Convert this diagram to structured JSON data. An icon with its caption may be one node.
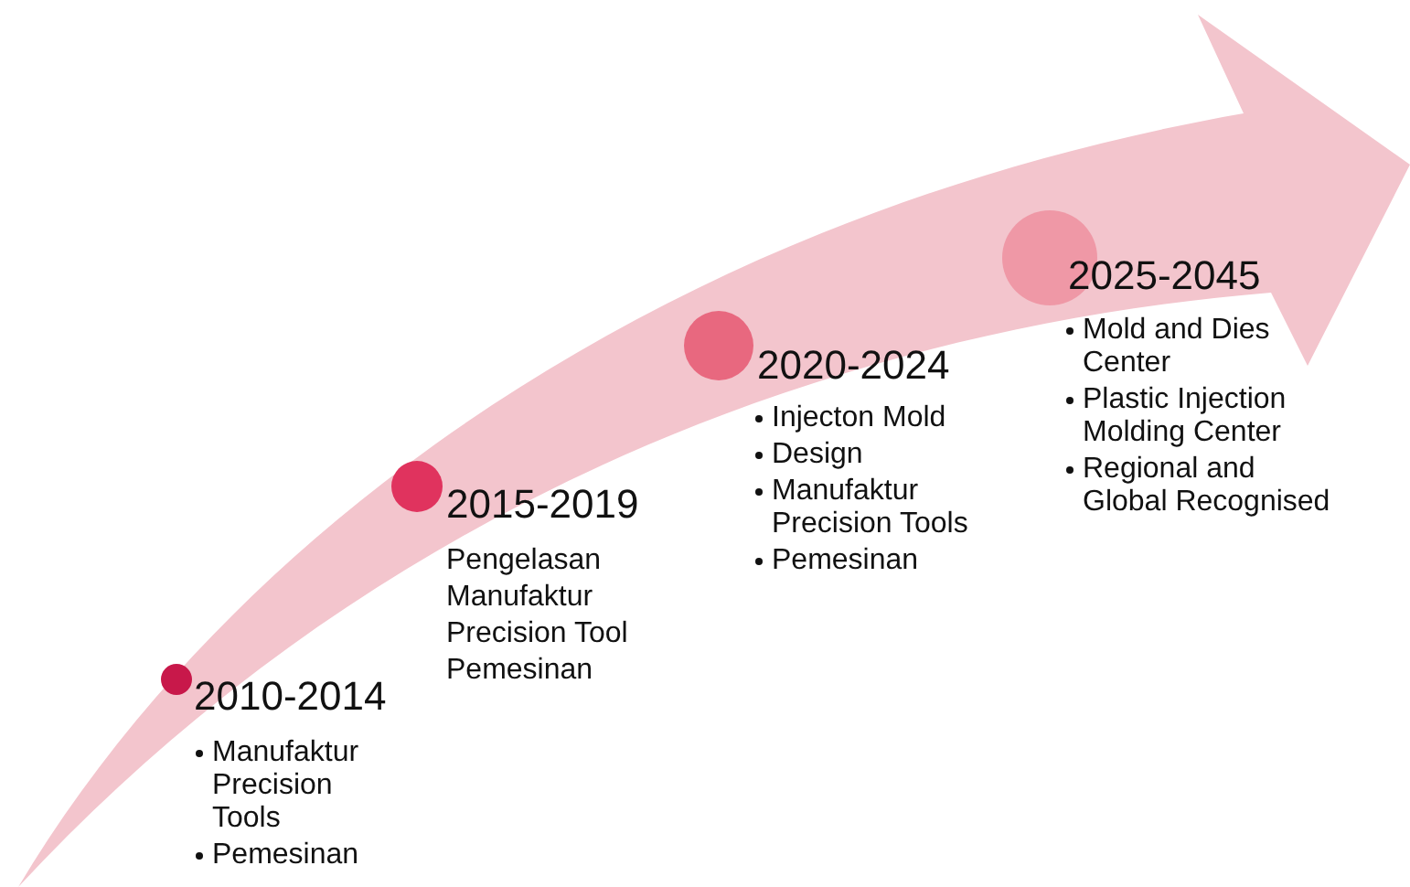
{
  "diagram": {
    "nodes": [
      {
        "text": [
          "2010-2014",
          "Manufaktur Precision Tools",
          "Pemesinan"
        ]
      },
      {
        "text": [
          "2015-2019",
          "Pengelasan",
          "Manufaktur",
          "Precision Tool",
          "Pemesinan"
        ]
      },
      {
        "text": [
          "2020-2024",
          "Injecton Mold",
          "Design",
          "Manufaktur Precision Tools",
          "Pemesinan"
        ]
      },
      {
        "text": [
          "2025-2045",
          "Mold and Dies Center",
          "Plastic Injection Molding Center",
          "Regional and Global Recognised"
        ]
      }
    ]
  }
}
